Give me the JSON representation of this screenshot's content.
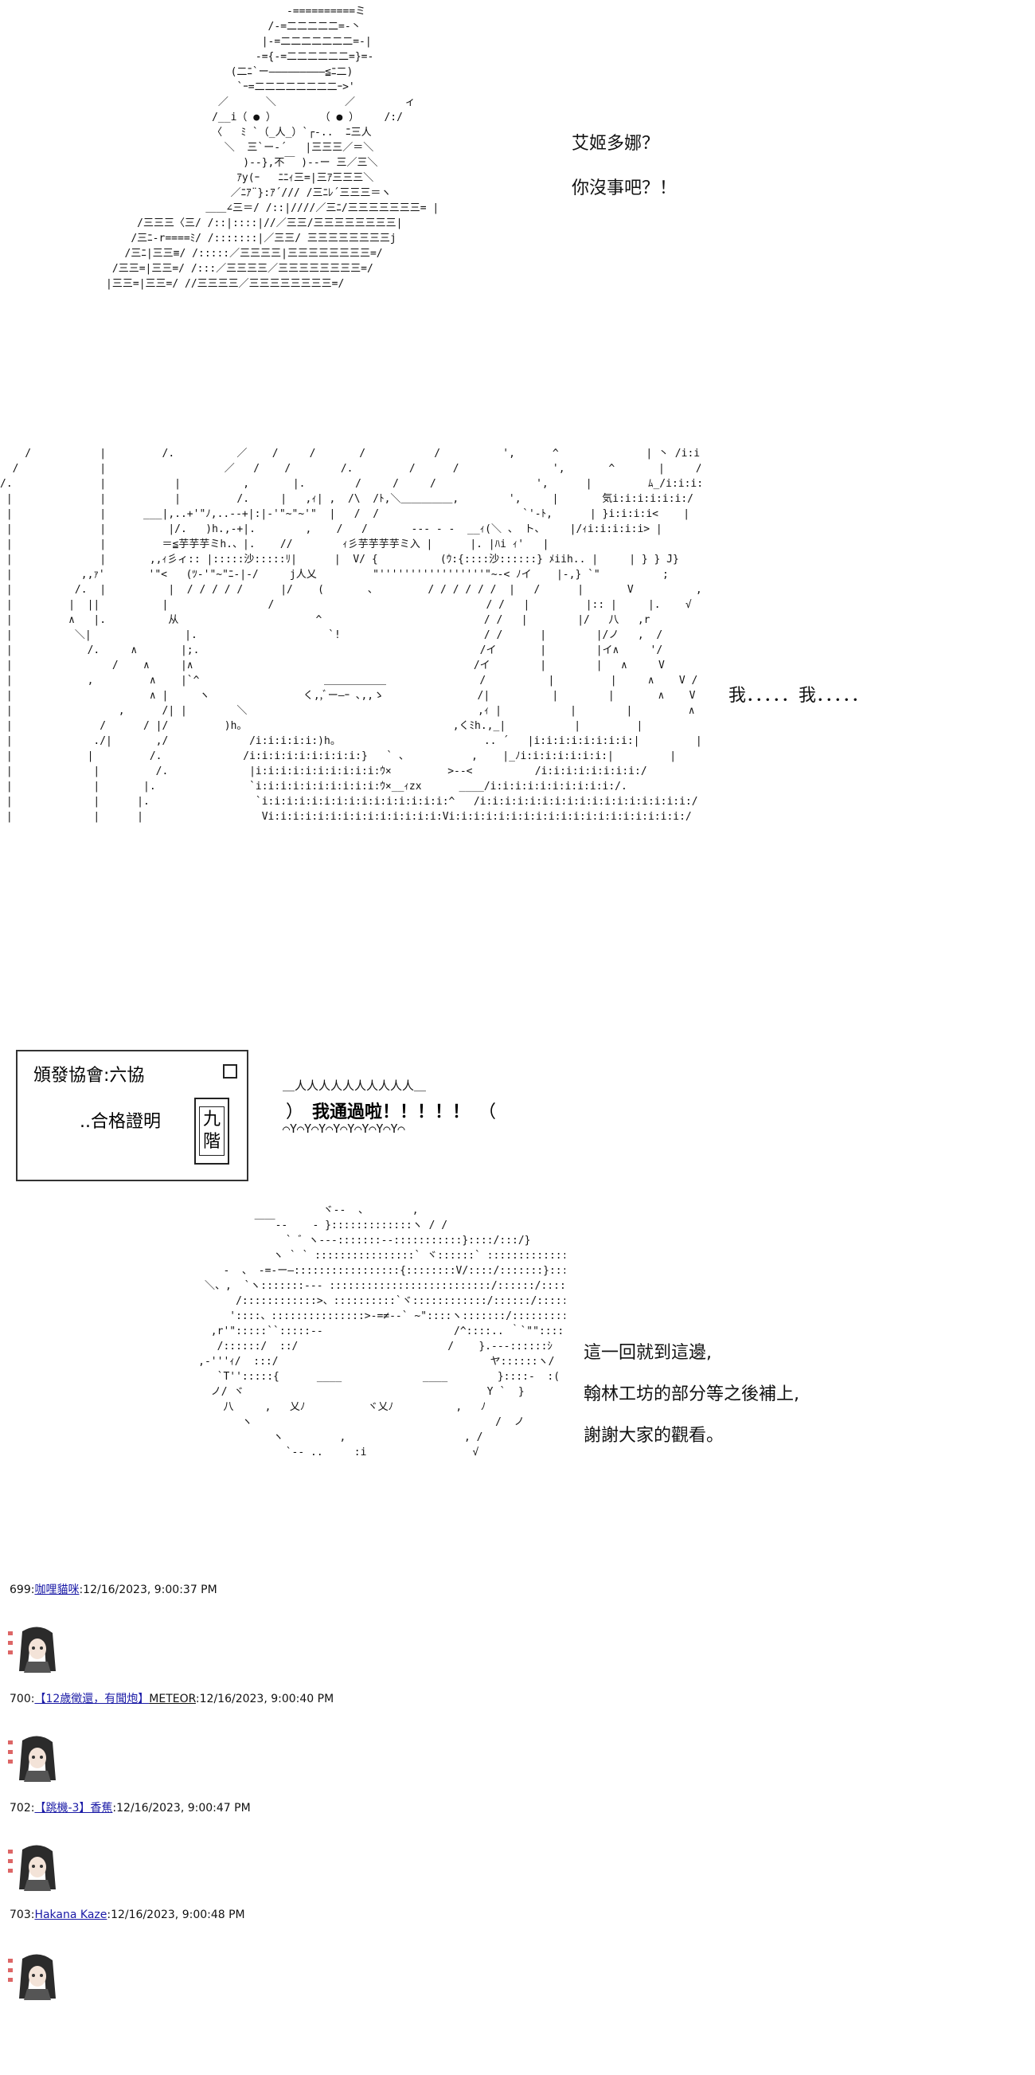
{
  "panel1": {
    "speech": [
      "艾姬多娜？",
      "你沒事吧？！"
    ]
  },
  "panel2": {
    "speech": "我．．．．．我．．．．．"
  },
  "panel3": {
    "certificate": {
      "header": "頒發協會:六協",
      "body": "..合格證明",
      "seal_line1": "九",
      "seal_line2": "階"
    },
    "bubble_top": "＿人人人人人人人人人人＿",
    "bubble_text_prefix": "）　",
    "bubble_text": "我通過啦！！！！！",
    "bubble_text_suffix": "　（",
    "bubble_bottom": "⌒Y⌒Y⌒Y⌒Y⌒Y⌒Y⌒Y⌒Y⌒"
  },
  "panel4": {
    "speech": [
      "這一回就到這邊,",
      "翰林工坊的部分等之後補上,",
      "謝謝大家的觀看。"
    ]
  },
  "posts": [
    {
      "num": "699",
      "name": "咖哩貓咪",
      "trip": "",
      "date": ":12/16/2023, 9:00:37 PM"
    },
    {
      "num": "700",
      "name": "【12歳徵還，有聞炮】",
      "trip": "METEOR",
      "date": ":12/16/2023, 9:00:40 PM"
    },
    {
      "num": "702",
      "name": "【跳機-3】香蕉",
      "trip": "",
      "date": ":12/16/2023, 9:00:47 PM"
    },
    {
      "num": "703",
      "name": "Hakana Kaze",
      "trip": "",
      "date": ":12/16/2023, 9:00:48 PM"
    }
  ],
  "colors": {
    "link": "#1a1aa6",
    "ink": "#111111",
    "avatar_hair": "#2b2b2b",
    "avatar_mark": "#d66"
  }
}
